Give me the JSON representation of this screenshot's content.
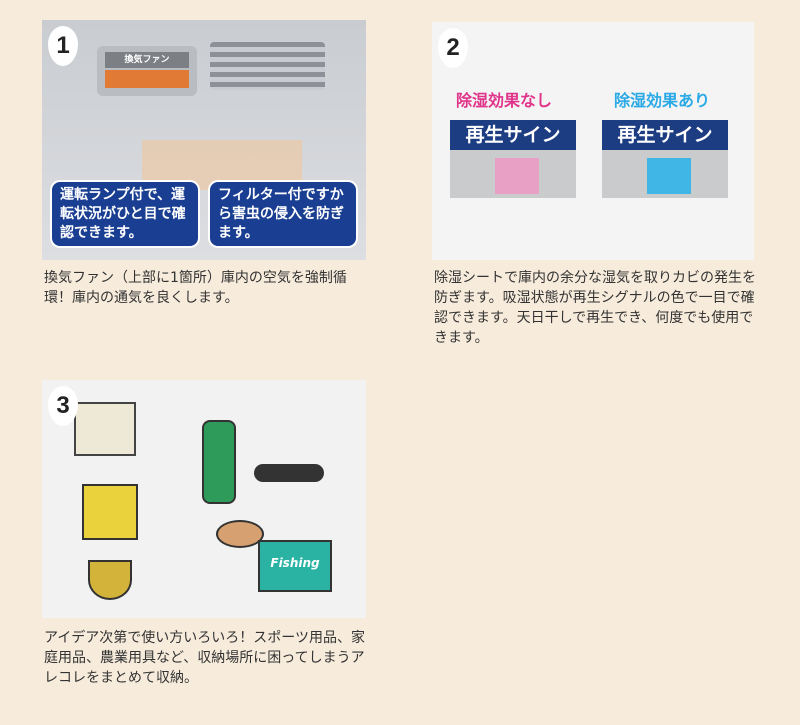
{
  "items": [
    {
      "number": "1",
      "panel_label": "換気ファン",
      "bubble_left": "運転ランプ付で、運転状況がひと目で確認できます。",
      "bubble_right": "フィルター付ですから害虫の侵入を防ぎます。",
      "caption": "換気ファン（上部に1箇所）庫内の空気を強制循環！庫内の通気を良くします。"
    },
    {
      "number": "2",
      "left_heading": "除湿効果なし",
      "right_heading": "除湿効果あり",
      "sign_label": "再生サイン",
      "caption": "除湿シートで庫内の余分な湿気を取りカビの発生を防ぎます。吸湿状態が再生シグナルの色で一目で確認できます。天日干しで再生でき、何度でも使用できます。",
      "colors": {
        "none": "#e8a0c4",
        "effective": "#3fb6e6"
      }
    },
    {
      "number": "3",
      "illustration_text": "Fishing",
      "caption": "アイデア次第で使い方いろいろ！スポーツ用品、家庭用品、農業用具など、収納場所に困ってしまうアレコレをまとめて収納。"
    }
  ]
}
